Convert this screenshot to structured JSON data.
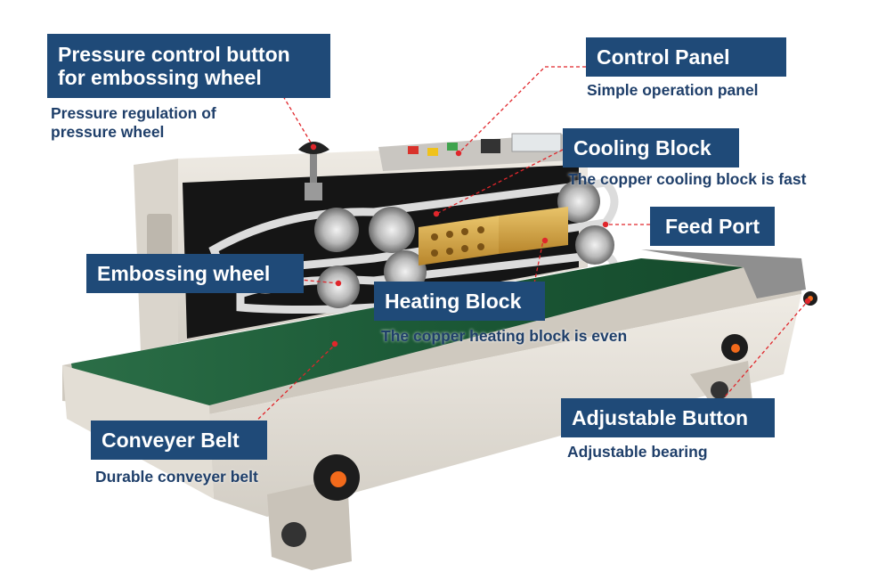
{
  "callouts": {
    "pressure_control": {
      "title_line1": "Pressure control button",
      "title_line2": "for embossing wheel",
      "desc_line1": "Pressure regulation of",
      "desc_line2": "pressure wheel"
    },
    "control_panel": {
      "title": "Control Panel",
      "desc": "Simple operation panel"
    },
    "cooling_block": {
      "title": "Cooling Block",
      "desc": "The copper cooling block is fast"
    },
    "feed_port": {
      "title": "Feed Port"
    },
    "embossing_wheel": {
      "title": "Embossing wheel"
    },
    "heating_block": {
      "title": "Heating Block",
      "desc": "The copper heating block is even"
    },
    "conveyer_belt": {
      "title": "Conveyer Belt",
      "desc": "Durable conveyer belt"
    },
    "adjustable_button": {
      "title": "Adjustable Button",
      "desc": "Adjustable bearing"
    }
  },
  "colors": {
    "label_bg": "#1f4a78",
    "label_text": "#ffffff",
    "desc_text": "#1f3f6a",
    "leader_line": "#e0262b",
    "belt_green": "#1e5c3a",
    "machine_body": "#e6e1d9",
    "knob_orange": "#f26a1b"
  }
}
